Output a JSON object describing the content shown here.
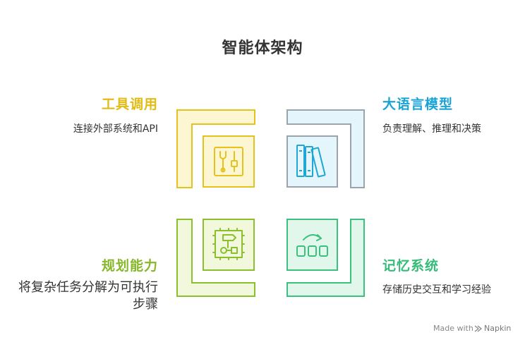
{
  "title": "智能体架构",
  "quadrants": {
    "tool": {
      "title": "工具调用",
      "description": "连接外部系统和API",
      "color": "#E6C21E",
      "icon": "wrench-sliders-icon"
    },
    "llm": {
      "title": "大语言模型",
      "description": "负责理解、推理和决策",
      "color": "#1FA6D4",
      "icon": "books-icon"
    },
    "planning": {
      "title": "规划能力",
      "description": "将复杂任务分解为可执行步骤",
      "color": "#8BBF2E",
      "icon": "flowchart-icon"
    },
    "memory": {
      "title": "记忆系统",
      "description": "存储历史交互和学习经验",
      "color": "#3BC07E",
      "icon": "memory-blocks-icon"
    }
  },
  "watermark": {
    "prefix": "Made with",
    "brand": "Napkin"
  }
}
